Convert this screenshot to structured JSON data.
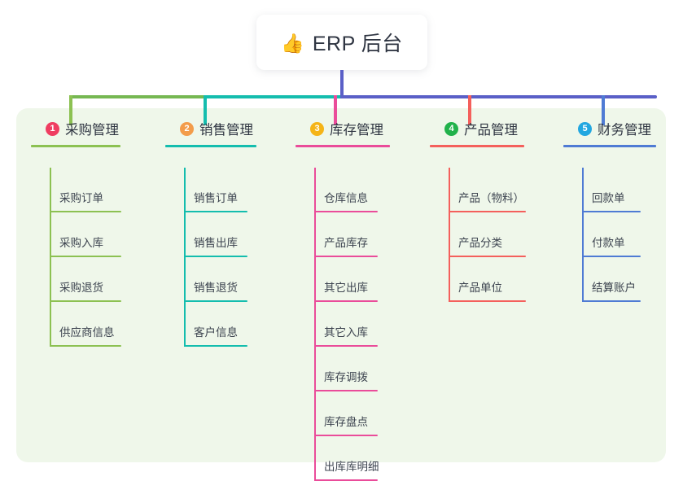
{
  "root": {
    "icon": "thumbs-up-icon",
    "emoji": "👍",
    "title": "ERP 后台"
  },
  "palette": {
    "panel_bg": "#eff7ea",
    "page_bg": "#ffffff",
    "text": "#2f3542",
    "stem_blue": "#5a5fc7",
    "bus_green": "#76b852",
    "bus_teal": "#14bdae",
    "bus_blue": "#5a5fc7"
  },
  "columns": [
    {
      "index": "1",
      "badge_color": "#ef3d61",
      "line_color": "#8cc152",
      "title": "采购管理",
      "items": [
        "采购订单",
        "采购入库",
        "采购退货",
        "供应商信息"
      ]
    },
    {
      "index": "2",
      "badge_color": "#f39c4a",
      "line_color": "#14bdae",
      "title": "销售管理",
      "items": [
        "销售订单",
        "销售出库",
        "销售退货",
        "客户信息"
      ]
    },
    {
      "index": "3",
      "badge_color": "#f5b417",
      "line_color": "#ea4c9a",
      "title": "库存管理",
      "items": [
        "仓库信息",
        "产品库存",
        "其它出库",
        "其它入库",
        "库存调拨",
        "库存盘点",
        "出库库明细"
      ]
    },
    {
      "index": "4",
      "badge_color": "#21b24b",
      "line_color": "#f4605c",
      "title": "产品管理",
      "items": [
        "产品（物料）",
        "产品分类",
        "产品单位"
      ]
    },
    {
      "index": "5",
      "badge_color": "#22a7e0",
      "line_color": "#4f7bd4",
      "title": "财务管理",
      "items": [
        "回款单",
        "付款单",
        "结算账户"
      ]
    }
  ]
}
